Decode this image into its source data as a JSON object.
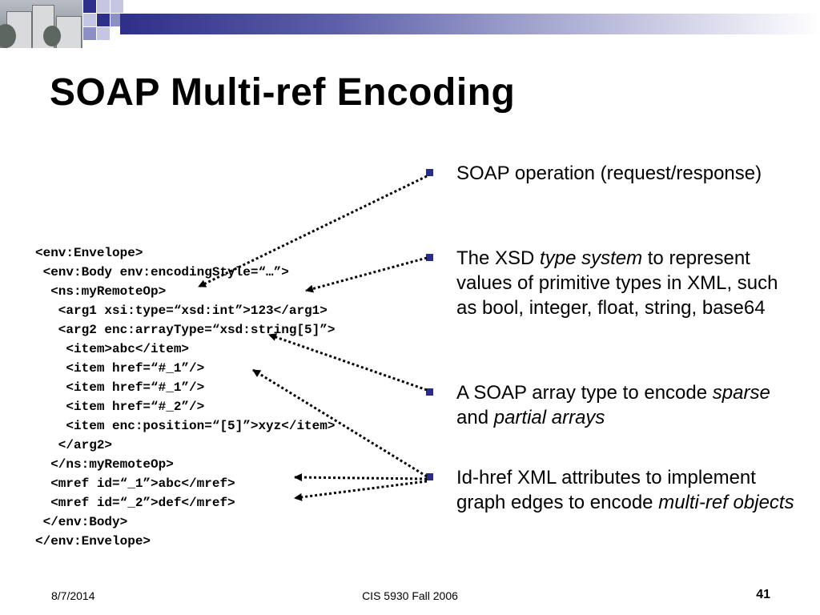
{
  "slide": {
    "title": "SOAP Multi-ref Encoding",
    "code_lines": [
      "<env:Envelope>",
      " <env:Body env:encodingStyle=“…”>",
      "  <ns:myRemoteOp>",
      "   <arg1 xsi:type=“xsd:int”>123</arg1>",
      "   <arg2 enc:arrayType=“xsd:string[5]”>",
      "    <item>abc</item>",
      "    <item href=“#_1”/>",
      "    <item href=“#_1”/>",
      "    <item href=“#_2”/>",
      "    <item enc:position=“[5]”>xyz</item>",
      "   </arg2>",
      "  </ns:myRemoteOp>",
      "  <mref id=“_1”>abc</mref>",
      "  <mref id=“_2”>def</mref>",
      " </env:Body>",
      "</env:Envelope>"
    ],
    "bullets": [
      {
        "parts": [
          {
            "text": "SOAP operation (request/response)",
            "italic": false
          }
        ]
      },
      {
        "parts": [
          {
            "text": "The XSD ",
            "italic": false
          },
          {
            "text": "type system",
            "italic": true
          },
          {
            "text": " to represent values of primitive types in XML, such as bool, integer, float, string, base64",
            "italic": false
          }
        ]
      },
      {
        "parts": [
          {
            "text": "A SOAP array type to encode ",
            "italic": false
          },
          {
            "text": "sparse",
            "italic": true
          },
          {
            "text": " and ",
            "italic": false
          },
          {
            "text": "partial arrays",
            "italic": true
          }
        ]
      },
      {
        "parts": [
          {
            "text": "Id-href XML attributes to implement graph edges to encode ",
            "italic": false
          },
          {
            "text": "multi-ref objects",
            "italic": true
          }
        ]
      }
    ]
  },
  "footer": {
    "date": "8/7/2014",
    "course": "CIS 5930 Fall 2006",
    "page": "41"
  },
  "theme": {
    "accent": "#2a2c86",
    "banner_dark": "#2e2f8a",
    "square_light": "#c5c7e2",
    "square_mid": "#8c8fc4"
  }
}
